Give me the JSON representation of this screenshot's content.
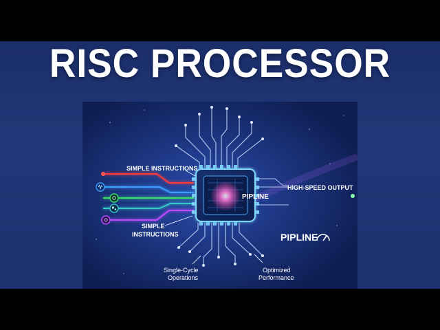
{
  "title": "RISC PROCESSOR",
  "labels": {
    "simple_instructions_top": "SIMPLE INSTRUCTIONS",
    "simple_instructions_mid_1": "SIMPLE",
    "simple_instructions_mid_2": "INSTRUCTIONS",
    "high_speed_output": "HIGH-SPEED OUTPUT",
    "chip_pipeline": "PIPLINE",
    "pipeline_badge": "PIPLINE",
    "single_cycle_1": "Single-Cycle",
    "single_cycle_2": "Operations",
    "optimized_1": "Optimized",
    "optimized_2": "Performance"
  },
  "icons": [
    "audio-wave-icon",
    "gear-icon",
    "nodes-icon",
    "settings-icon"
  ],
  "colors": {
    "background": "#1b2e6b",
    "chip_glow": "#7fd8ff",
    "red_line": "#ff3b3b",
    "blue_line": "#3aa0ff",
    "green_line": "#37e06b",
    "purple_line": "#c04bff",
    "output_line": "#47ff7a"
  }
}
